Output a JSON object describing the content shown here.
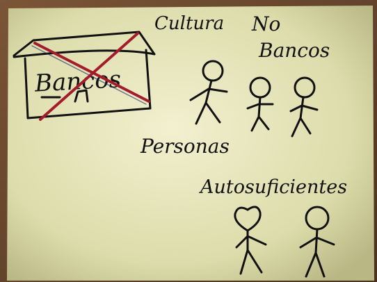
{
  "note": {
    "line_1": "Cultura",
    "line_2": "No",
    "line_3": "Bancos",
    "box_label": "Bancos",
    "person_label": "Personas",
    "self_label": "Autosuficientes"
  },
  "colors": {
    "paper": "#e7e6b8",
    "ink": "#111111",
    "cross": "#a31c2b",
    "table": "#6b4a30"
  }
}
